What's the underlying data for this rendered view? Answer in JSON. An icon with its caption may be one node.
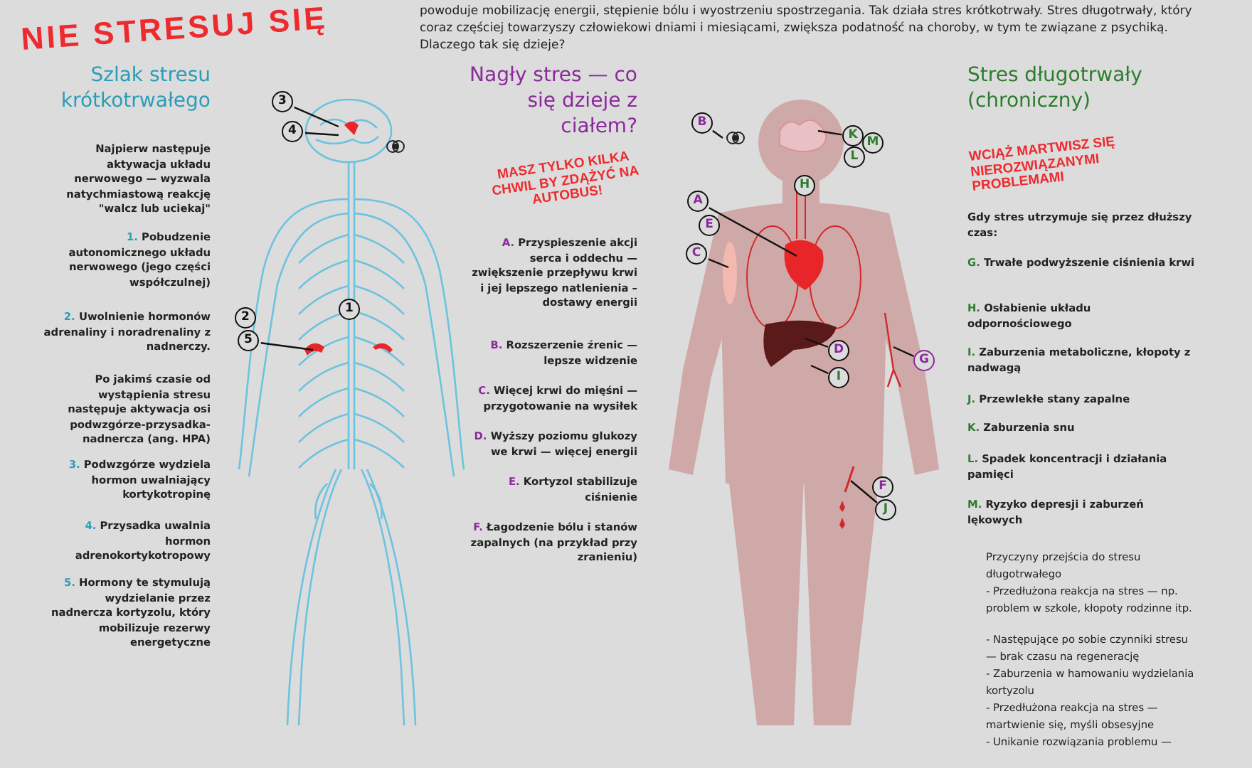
{
  "diagram": {
    "title": "NIE STRESUJ SIĘ",
    "nodes": [
      {
        "text": [
          "3"
        ]
      },
      {
        "text": [
          "4"
        ]
      },
      {
        "text": [
          "2"
        ]
      },
      {
        "text": [
          "5"
        ]
      },
      {
        "text": [
          "1"
        ]
      },
      {
        "text": [
          "B"
        ]
      },
      {
        "text": [
          "K"
        ]
      },
      {
        "text": [
          "M"
        ]
      },
      {
        "text": [
          "L"
        ]
      },
      {
        "text": [
          "H"
        ]
      },
      {
        "text": [
          "A"
        ]
      },
      {
        "text": [
          "E"
        ]
      },
      {
        "text": [
          "C"
        ]
      },
      {
        "text": [
          "D"
        ]
      },
      {
        "text": [
          "I"
        ]
      },
      {
        "text": [
          "G"
        ]
      },
      {
        "text": [
          "F"
        ]
      },
      {
        "text": [
          "J"
        ]
      }
    ],
    "edges": [
      {
        "from": 0,
        "to": null,
        "arrow": "none"
      },
      {
        "from": 1,
        "to": null,
        "arrow": "none"
      },
      {
        "from": 2,
        "to": null,
        "arrow": "none"
      },
      {
        "from": 3,
        "to": null,
        "arrow": "none"
      },
      {
        "from": 5,
        "to": null,
        "arrow": "none"
      },
      {
        "from": 6,
        "to": null,
        "arrow": "none"
      },
      {
        "from": 10,
        "to": null,
        "arrow": "none"
      },
      {
        "from": 12,
        "to": null,
        "arrow": "none"
      },
      {
        "from": 13,
        "to": null,
        "arrow": "none"
      },
      {
        "from": 14,
        "to": null,
        "arrow": "none"
      },
      {
        "from": 15,
        "to": null,
        "arrow": "none"
      },
      {
        "from": 16,
        "to": null,
        "arrow": "none"
      },
      {
        "from": 17,
        "to": null,
        "arrow": "none"
      }
    ],
    "labels": [
      "powoduje mobilizację energii, stępienie bólu i wyostrzeniu spostrzegania.  Tak działa stres krótkotrwały. Stres długotrwały, który coraz częściej towarzyszy człowiekowi dniami i miesiącami, zwiększa podatność na choroby, w tym te związane z psychiką. Dlaczego tak się dzieje?",
      "Szlak stresu krótkotrwałego",
      "Najpierw następuje aktywacja układu nerwowego — wyzwala natychmiastową reakcję \"walcz lub uciekaj\"",
      "1. Pobudzenie autonomicznego układu nerwowego (jego części współczulnej)",
      "2. Uwolnienie hormonów adrenaliny i noradrenaliny z nadnerczy.",
      "Po jakimś czasie od wystąpienia stresu następuje aktywacja osi podwzgórze-przysadka-nadnercza (ang. HPA)",
      "3. Podwzgórze wydziela hormon uwalniający kortykotropinę",
      "4. Przysadka uwalnia hormon adrenokortykotropowy",
      "5. Hormony te stymulują wydzielanie przez nadnercza kortyzolu, który mobilizuje rezerwy energetyczne",
      "Nagły stres — co się dzieje z ciałem?",
      "MASZ TYLKO KILKA CHWIL BY ZDĄŻYĆ NA AUTOBUS!",
      "A. Przyspieszenie akcji serca i oddechu — zwiększenie przepływu krwi i jej lepszego natlenienia – dostawy energii",
      "B. Rozszerzenie źrenic — lepsze widzenie",
      "C. Więcej krwi do mięśni — przygotowanie na wysiłek",
      "D. Wyższy poziomu glukozy we krwi — więcej energii",
      "E. Kortyzol stabilizuje ciśnienie",
      "F. Łagodzenie bólu i stanów zapalnych (na przykład przy zranieniu)",
      "Stres długotrwały (chroniczny)",
      "WCIĄŻ MARTWISZ SIĘ NIEROZWIĄZANYMI PROBLEMAMI",
      "Gdy stres utrzymuje się przez dłuższy czas:",
      "G. Trwałe podwyższenie ciśnienia krwi",
      "H. Osłabienie układu odpornościowego",
      "I. Zaburzenia metaboliczne, kłopoty z nadwagą",
      "J. Przewlekłe stany zapalne",
      "K. Zaburzenia snu",
      "L. Spadek koncentracji i działania pamięci",
      "M. Ryzyko depresji i zaburzeń lękowych",
      "Przyczyny przejścia do stresu długotrwałego",
      "- Przedłużona reakcja na stres — np. problem w szkole, kłopoty rodzinne itp.",
      "- Następujące po sobie czynniki stresu — brak czasu na regenerację",
      "- Zaburzenia w hamowaniu wydzielania kortyzolu",
      "- Przedłużona reakcja na stres — martwienie się, myśli obsesyjne",
      "- Unikanie rozwiązania problemu —"
    ]
  }
}
